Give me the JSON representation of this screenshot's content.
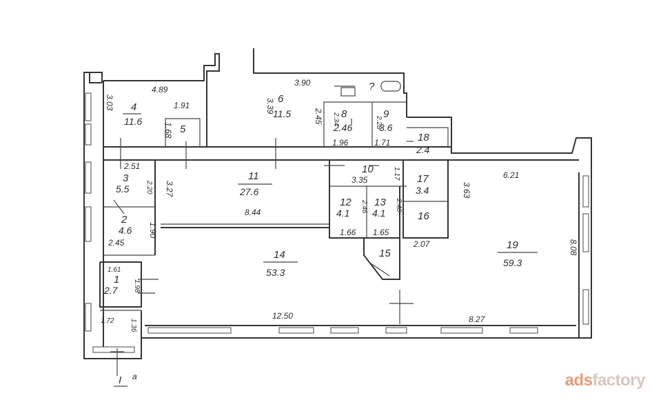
{
  "rooms": [
    {
      "id": "r4",
      "num": "4",
      "area": "11.6"
    },
    {
      "id": "r5",
      "num": "5",
      "area": ""
    },
    {
      "id": "r6",
      "num": "6",
      "area": "11.5"
    },
    {
      "id": "r8",
      "num": "8",
      "area": "2.46"
    },
    {
      "id": "r9",
      "num": "9",
      "area": "3.6"
    },
    {
      "id": "r18",
      "num": "18",
      "area": "2.4"
    },
    {
      "id": "r3",
      "num": "3",
      "area": "5.5"
    },
    {
      "id": "r11",
      "num": "11",
      "area": "27.6"
    },
    {
      "id": "r10",
      "num": "10",
      "area": ""
    },
    {
      "id": "r17",
      "num": "17",
      "area": "3.4"
    },
    {
      "id": "r2",
      "num": "2",
      "area": "4.6"
    },
    {
      "id": "r12",
      "num": "12",
      "area": "4.1"
    },
    {
      "id": "r13",
      "num": "13",
      "area": "4.1"
    },
    {
      "id": "r16",
      "num": "16",
      "area": ""
    },
    {
      "id": "r19",
      "num": "19",
      "area": "59.3"
    },
    {
      "id": "r14",
      "num": "14",
      "area": "53.3"
    },
    {
      "id": "r15",
      "num": "15",
      "area": ""
    },
    {
      "id": "r1",
      "num": "1",
      "area": "2.7"
    }
  ],
  "dimensions": [
    "3.03",
    "4.89",
    "1.91",
    "1.68",
    "3.39",
    "3.90",
    "2.45",
    "2.34",
    "2.28",
    "1.96",
    "1.71",
    "2.51",
    "2.20",
    "3.27",
    "3.35",
    "1.17",
    "3.63",
    "6.21",
    "1.90",
    "8.44",
    "2.45",
    "2.46",
    "2.48",
    "1.66",
    "1.65",
    "2.07",
    "8.08",
    "1.61",
    "1.98",
    "1.72",
    "1.36",
    "12.50",
    "8.27"
  ],
  "symbols": {
    "question": "?",
    "entrance_label": "I",
    "entrance_sup": "a"
  },
  "watermark": {
    "part1": "ads",
    "part2": "factory"
  }
}
